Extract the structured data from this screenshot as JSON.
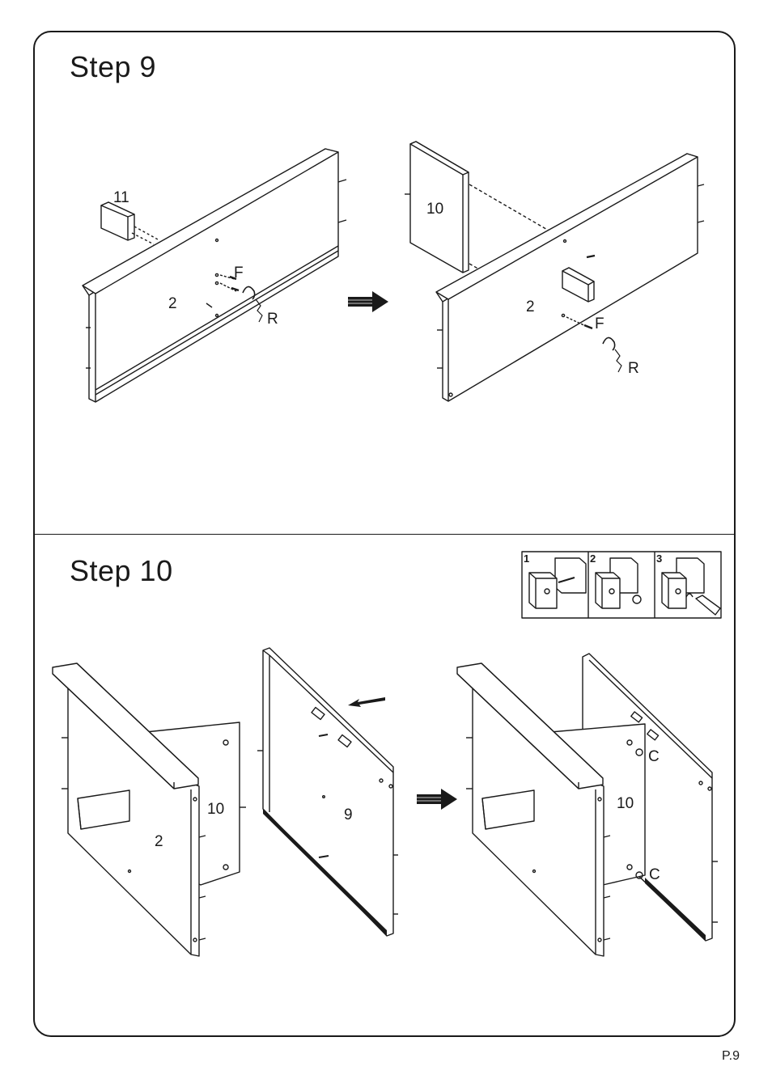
{
  "page": {
    "number": "P.9"
  },
  "step9": {
    "title": "Step  9",
    "labels": {
      "part11": "11",
      "part2a": "2",
      "partF_a": "F",
      "partR_a": "R",
      "part10": "10",
      "part2b": "2",
      "partF_b": "F",
      "partR_b": "R"
    }
  },
  "step10": {
    "title": "Step  10",
    "inset": {
      "n1": "1",
      "n2": "2",
      "n3": "3"
    },
    "labels": {
      "part10a": "10",
      "part2": "2",
      "part9": "9",
      "part10b": "10",
      "partC_a": "C",
      "partC_b": "C"
    }
  }
}
